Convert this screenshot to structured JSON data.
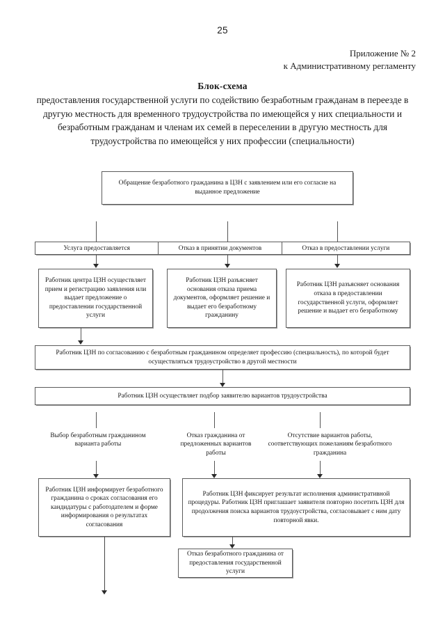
{
  "document": {
    "page_number": "25",
    "appendix_line1": "Приложение  № 2",
    "appendix_line2": "к Административному регламенту",
    "title": "Блок-схема",
    "subtitle": "предоставления государственной услуги по содействию безработным гражданам в переезде в другую местность для временного трудоустройства по имеющейся у них специальности и безработным гражданам и членам их семей в переселении в другую местность для трудоустройства по имеющейся у них профессии (специальности)"
  },
  "flowchart": {
    "start_box": "Обращение безработного гражданина в ЦЗН с заявлением или его согласие на выданное предложение",
    "outcome_labels": [
      "Услуга предоставляется",
      "Отказ в принятии документов",
      "Отказ в предоставлении услуги"
    ],
    "outcome_boxes": [
      "Работник центра ЦЗН осуществляет прием и регистрацию заявления или выдает  предложение о предоставлении государственной услуги",
      "Работник ЦЗН разъясняет основания отказа приема документов, оформляет решение и выдает его безработному гражданину",
      "Работник ЦЗН разъясняет основания отказа в предоставлении государственной услуги, оформляет решение и выдает его безработному"
    ],
    "profession_box": "Работник ЦЗН по согласованию с безработным гражданином определяет профессию (специальность), по которой будет осуществляться трудоустройство в другой местности",
    "selection_box": "Работник ЦЗН осуществляет подбор заявителю вариантов трудоустройства",
    "branch_labels": [
      "Выбор безработным гражданином варианта работы",
      "Отказ гражданина от предложенных вариантов работы",
      "Отсутствие вариантов работы, соответствующих пожеланиям безработного гражданина"
    ],
    "inform_box": "Работник ЦЗН информирует безработного гражданина о сроках согласования его кандидатуры с работодателем и форме информирования о результатах согласования",
    "fix_result_box": "Работник ЦЗН фиксирует результат исполнения административной процедуры. Работник ЦЗН приглашает заявителя повторно посетить ЦЗН для продолжения поиска вариантов трудоустройства, согласовывает с ним дату повторной явки.",
    "refusal_box": "Отказ безработного гражданина от предоставления государственной услуги"
  }
}
